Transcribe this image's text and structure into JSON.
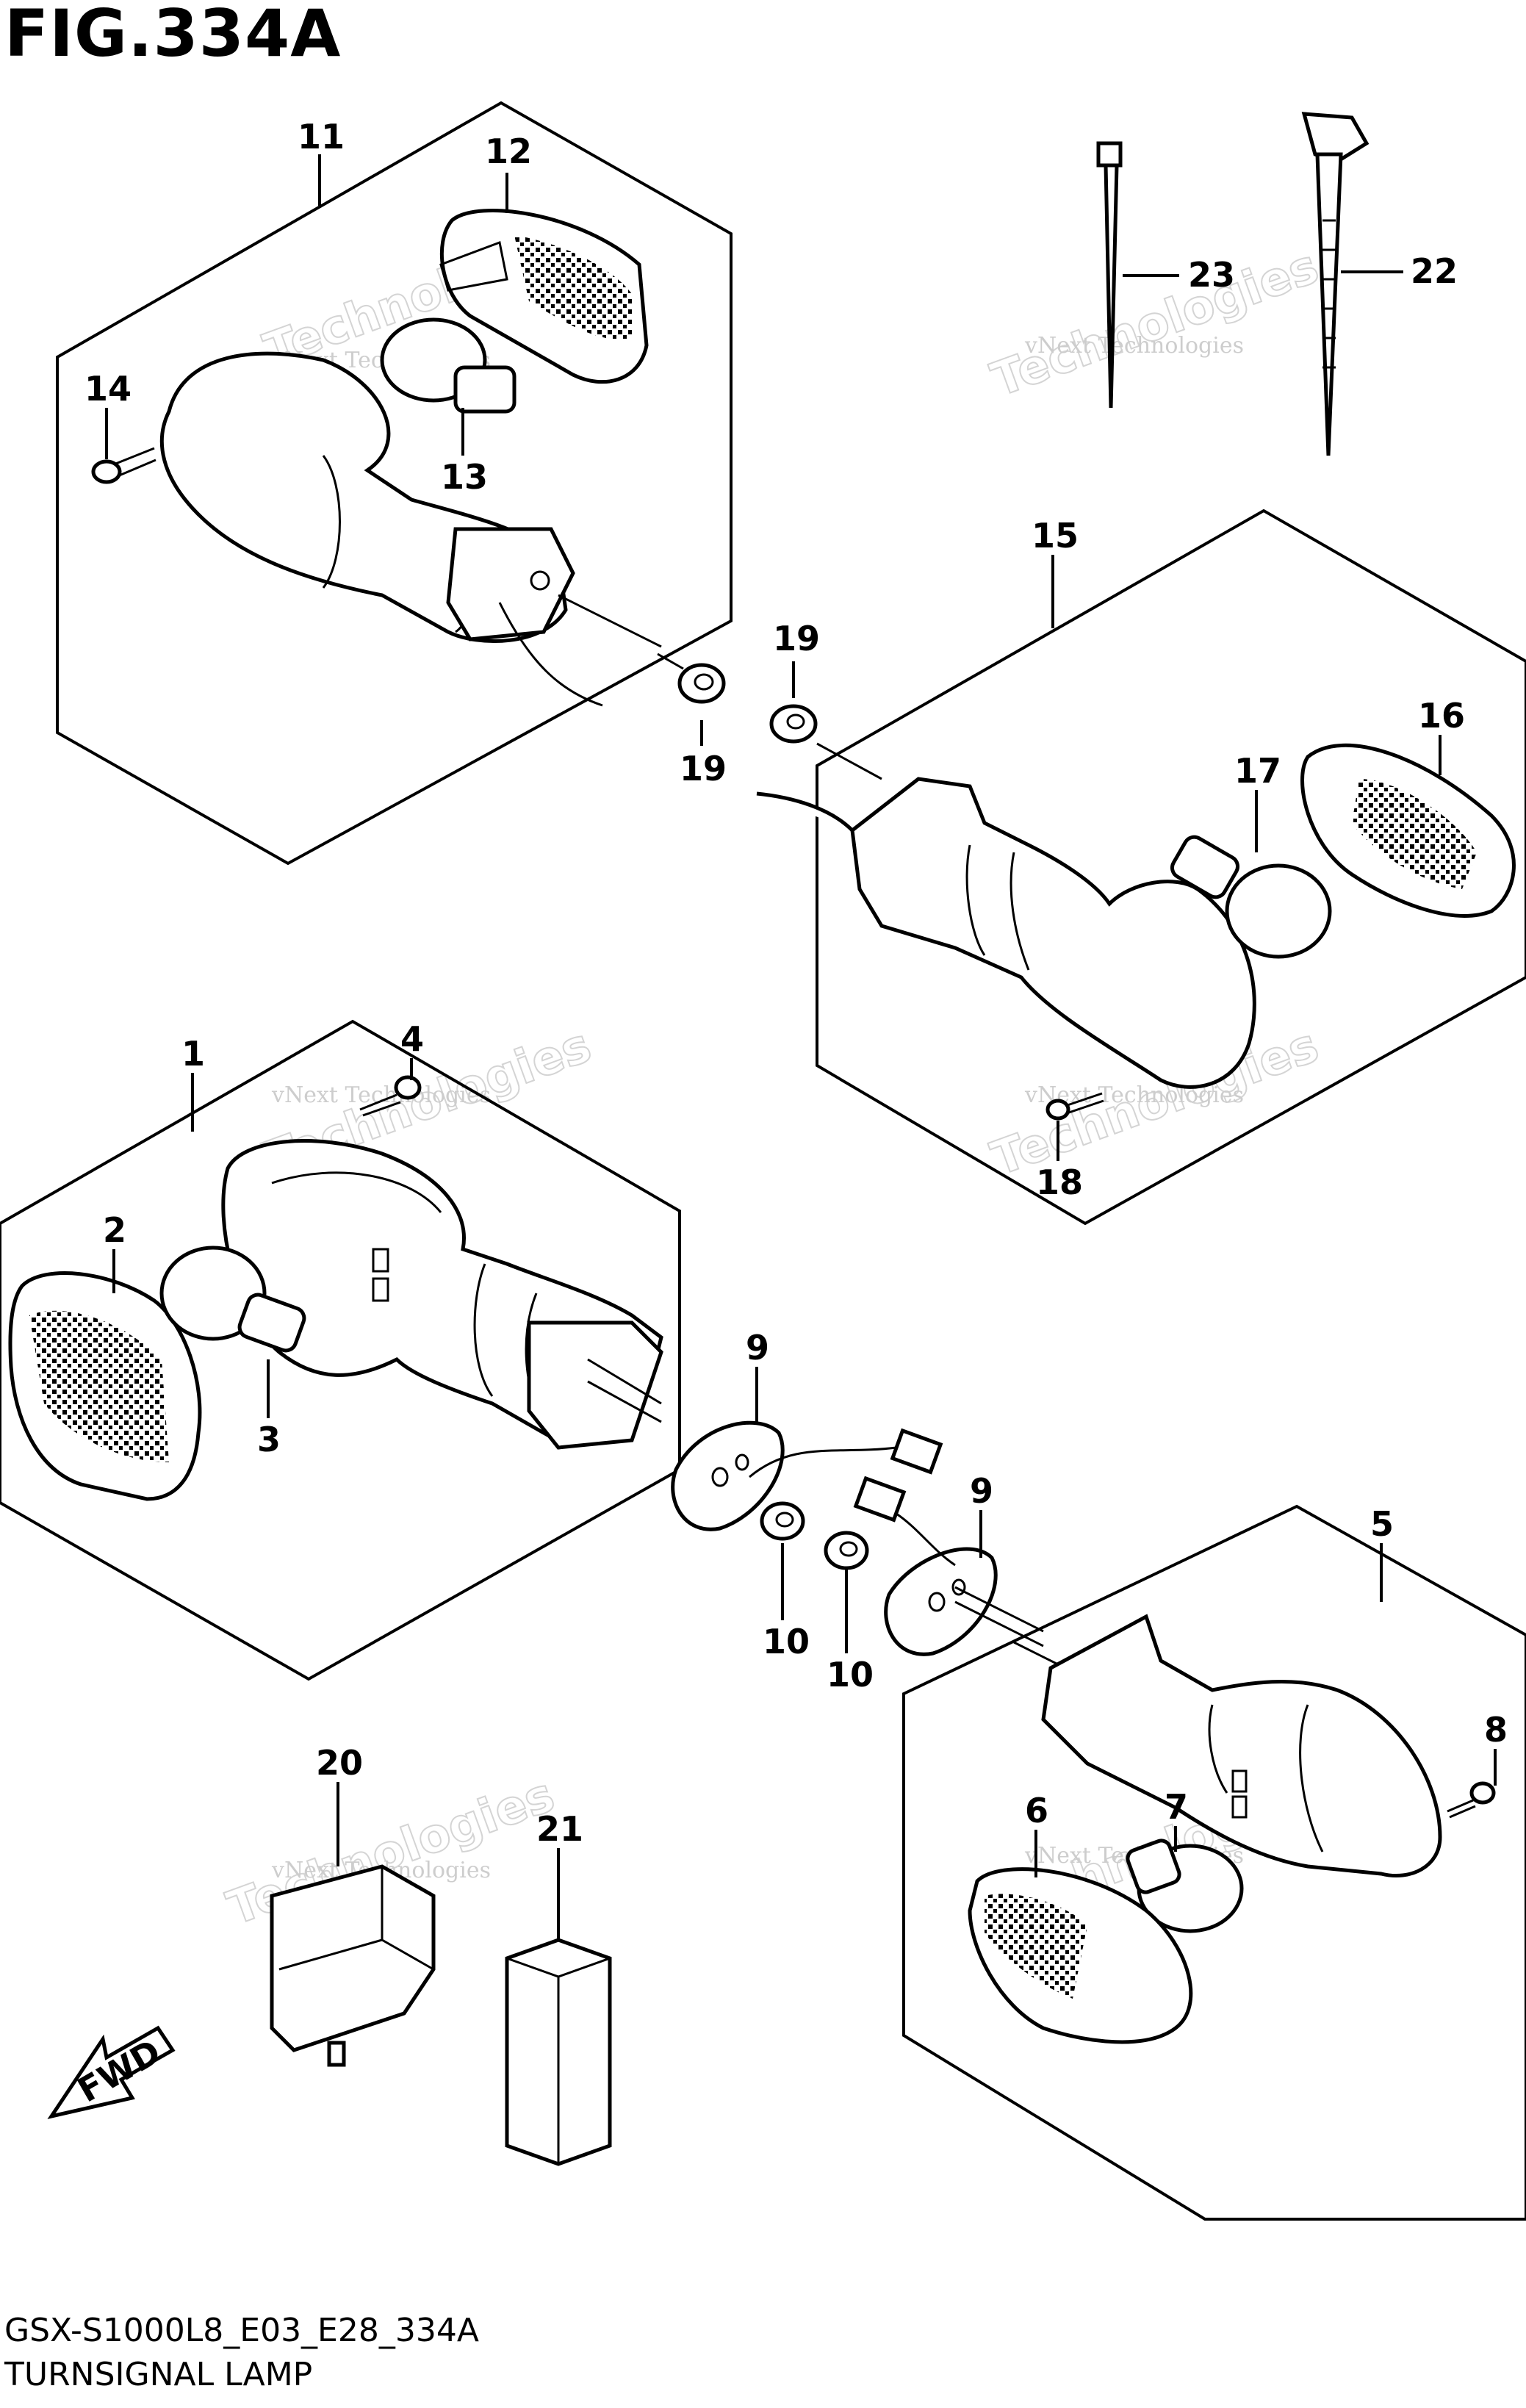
{
  "figure": {
    "title": "FIG.334A",
    "model_code": "GSX-S1000L8_E03_E28_334A",
    "caption": "TURNSIGNAL LAMP"
  },
  "watermark": {
    "line1": "vNext Technologies",
    "line2": "vNext",
    "line3": "Technologies"
  },
  "direction_marker": {
    "label": "FWD"
  },
  "callouts": {
    "c1": "1",
    "c2": "2",
    "c3": "3",
    "c4": "4",
    "c5": "5",
    "c6": "6",
    "c7": "7",
    "c8": "8",
    "c9a": "9",
    "c9b": "9",
    "c10a": "10",
    "c10b": "10",
    "c11": "11",
    "c12": "12",
    "c13": "13",
    "c14": "14",
    "c15": "15",
    "c16": "16",
    "c17": "17",
    "c18": "18",
    "c19a": "19",
    "c19b": "19",
    "c20": "20",
    "c21": "21",
    "c22": "22",
    "c23": "23"
  },
  "colors": {
    "ink": "#000000",
    "paper": "#ffffff",
    "watermark": "#c8c8c8"
  }
}
